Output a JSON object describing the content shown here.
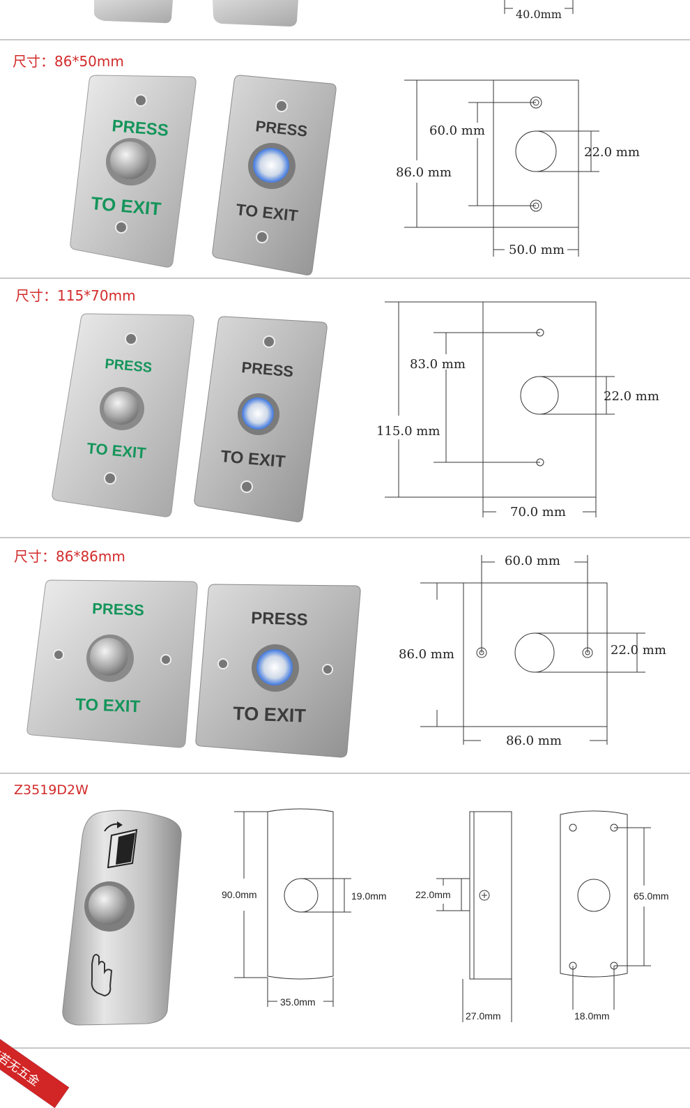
{
  "top_section": {
    "dim_width": "40.0mm"
  },
  "section_86x50": {
    "size_label": "尺寸：86*50mm",
    "plate_top_text": "PRESS",
    "plate_bottom_text": "TO EXIT",
    "dim_hole_spacing": "60.0 mm",
    "dim_height": "86.0 mm",
    "dim_button": "22.0 mm",
    "dim_width": "50.0 mm"
  },
  "section_115x70": {
    "size_label": "尺寸：115*70mm",
    "plate_top_text": "PRESS",
    "plate_bottom_text": "TO EXIT",
    "dim_hole_spacing": "83.0 mm",
    "dim_height": "115.0 mm",
    "dim_button": "22.0 mm",
    "dim_width": "70.0 mm"
  },
  "section_86x86": {
    "size_label": "尺寸：86*86mm",
    "plate_top_text": "PRESS",
    "plate_bottom_text": "TO EXIT",
    "dim_hole_spacing": "60.0 mm",
    "dim_height": "86.0 mm",
    "dim_button": "22.0 mm",
    "dim_width": "86.0 mm"
  },
  "section_z3519": {
    "model_label": "Z3519D2W",
    "dim_height": "90.0mm",
    "dim_button": "19.0mm",
    "dim_width": "35.0mm",
    "dim_side_height": "22.0mm",
    "dim_depth": "27.0mm",
    "dim_hole_vertical": "65.0mm",
    "dim_hole_horizontal": "18.0mm"
  },
  "watermark": {
    "text": "若有若无五金"
  },
  "colors": {
    "label_red": "#d32a2a",
    "plate_green": "#14955a",
    "led_blue": "#4a7fe0"
  }
}
